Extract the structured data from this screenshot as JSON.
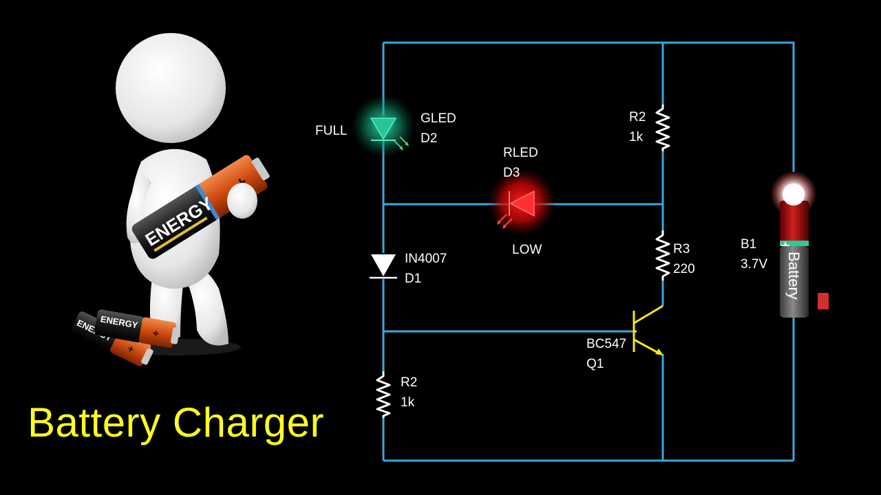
{
  "title": "Battery Charger",
  "colors": {
    "wire": "#3aa9dc",
    "component": "#ffffff",
    "transistor": "#f5e81c",
    "green_led_glow": "#18c08a",
    "red_led_glow": "#ff1010",
    "title": "#ffff1e"
  },
  "components": {
    "d2": {
      "label_left": "FULL",
      "name": "GLED",
      "ref": "D2"
    },
    "d3": {
      "name": "RLED",
      "ref": "D3",
      "label_below": "LOW"
    },
    "d1": {
      "name": "IN4007",
      "ref": "D1"
    },
    "r2_top": {
      "name": "R2",
      "value": "1k"
    },
    "r3": {
      "name": "R3",
      "value": "220"
    },
    "q1": {
      "name": "BC547",
      "ref": "Q1"
    },
    "r2_bottom": {
      "name": "R2",
      "value": "1k"
    },
    "b1": {
      "name": "B1",
      "value": "3.7V",
      "body_text": "Battery"
    }
  },
  "illustration": {
    "battery_brand": "ENERGY",
    "battery_polarity": "+"
  }
}
